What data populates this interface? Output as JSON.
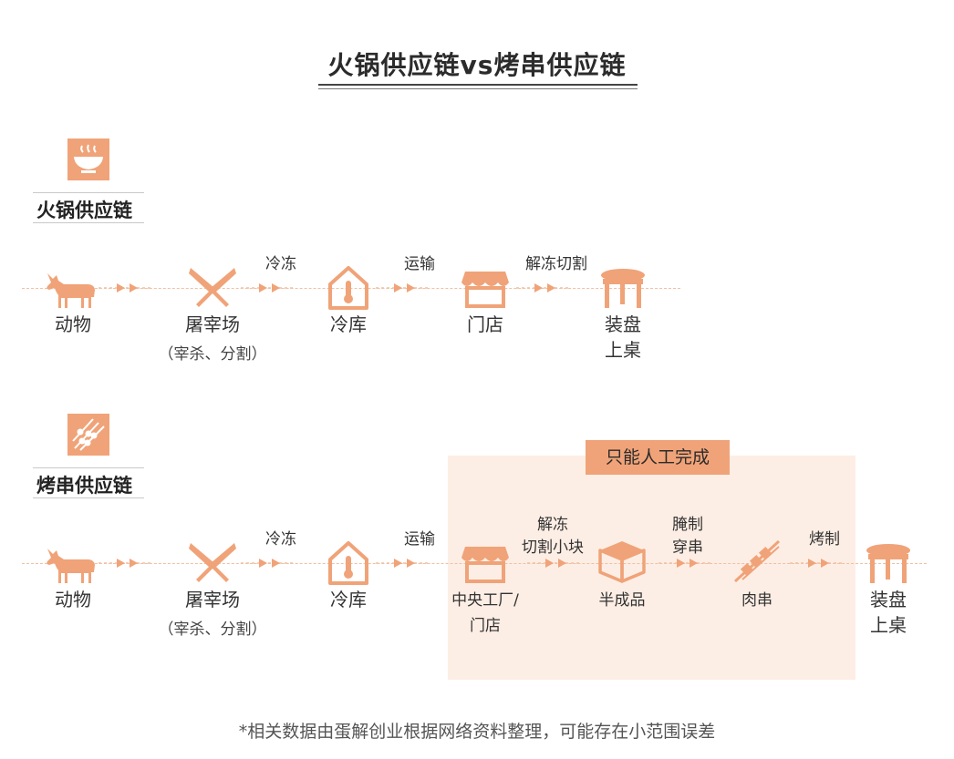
{
  "title": "火锅供应链vs烤串供应链",
  "hotpot": {
    "label": "火锅供应链",
    "icon": "hotpot-bowl-icon",
    "steps": [
      "冷冻",
      "运输",
      "解冻切割"
    ],
    "nodes": [
      {
        "label": "动物",
        "icon": "goat-icon"
      },
      {
        "label": "屠宰场",
        "sub": "（宰杀、分割）",
        "icon": "knives-icon"
      },
      {
        "label": "冷库",
        "icon": "cold-storage-icon"
      },
      {
        "label": "门店",
        "icon": "store-icon"
      },
      {
        "label": "装盘",
        "label2": "上桌",
        "icon": "table-icon"
      }
    ]
  },
  "skewer": {
    "label": "烤串供应链",
    "icon": "skewers-icon",
    "steps": [
      "冷冻",
      "运输",
      "解冻",
      "切割小块",
      "腌制",
      "穿串",
      "烤制"
    ],
    "nodes": [
      {
        "label": "动物",
        "icon": "goat-icon"
      },
      {
        "label": "屠宰场",
        "sub": "（宰杀、分割）",
        "icon": "knives-icon"
      },
      {
        "label": "冷库",
        "icon": "cold-storage-icon"
      },
      {
        "label": "中央工厂/",
        "label2": "门店",
        "icon": "store-icon"
      },
      {
        "label": "半成品",
        "icon": "box-icon"
      },
      {
        "label": "肉串",
        "icon": "skewer-icon"
      },
      {
        "label": "装盘",
        "label2": "上桌",
        "icon": "table-icon"
      }
    ]
  },
  "manual_badge": "只能人工完成",
  "footnote": "*相关数据由蛋解创业根据网络资料整理，可能存在小范围误差",
  "colors": {
    "accent": "#f0a378",
    "highlight": "#fdeee5",
    "flow": "#f1c0a2"
  }
}
